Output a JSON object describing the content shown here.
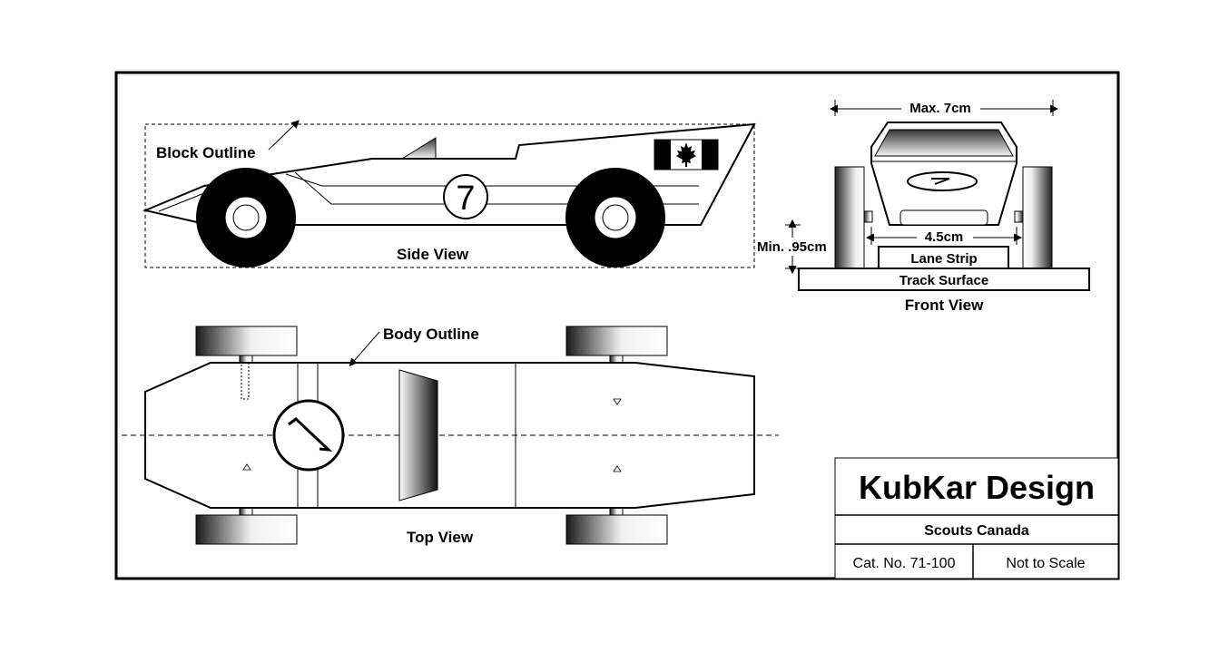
{
  "labels": {
    "block_outline": "Block Outline",
    "side_view": "Side View",
    "body_outline": "Body Outline",
    "top_view": "Top View",
    "front_view": "Front View",
    "max_width": "Max. 7cm",
    "track_width": "4.5cm",
    "min_clearance": "Min. .95cm",
    "lane_strip": "Lane Strip",
    "track_surface": "Track Surface",
    "car_number": "7"
  },
  "title_block": {
    "title": "KubKar Design",
    "organization": "Scouts Canada",
    "catalog_number": "Cat. No. 71-100",
    "scale": "Not to Scale"
  },
  "colors": {
    "line": "#000000",
    "flag_red": "#000000",
    "wheel_gradient_dark": "#1a1a1a",
    "wheel_gradient_light": "#ffffff"
  },
  "icons": [
    "maple-leaf-icon",
    "canada-flag-icon"
  ]
}
